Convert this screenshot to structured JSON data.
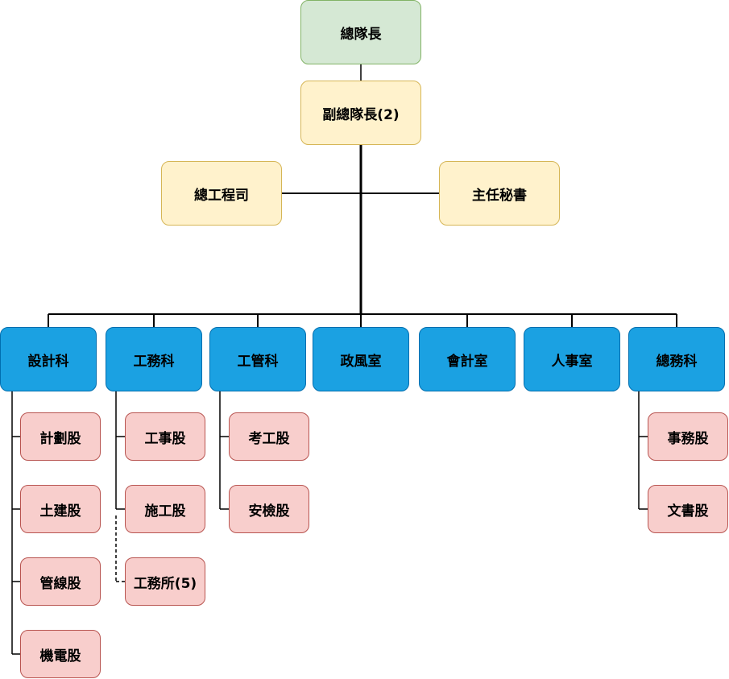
{
  "top": {
    "chief": "總隊長",
    "deputy": "副總隊長(2)",
    "chief_engineer": "總工程司",
    "chief_secretary": "主任秘書"
  },
  "divisions": [
    {
      "label": "設計科",
      "sections": [
        "計劃股",
        "土建股",
        "管線股",
        "機電股"
      ]
    },
    {
      "label": "工務科",
      "sections": [
        "工事股",
        "施工股"
      ],
      "offices": "工務所(5)"
    },
    {
      "label": "工管科",
      "sections": [
        "考工股",
        "安檢股"
      ]
    },
    {
      "label": "政風室",
      "sections": []
    },
    {
      "label": "會計室",
      "sections": []
    },
    {
      "label": "人事室",
      "sections": []
    },
    {
      "label": "總務科",
      "sections": [
        "事務股",
        "文書股"
      ]
    }
  ],
  "colors": {
    "top_fill": "#d5e8d4",
    "staff_fill": "#fff2cc",
    "division_fill": "#1ba1e2",
    "section_fill": "#f8cecc",
    "line": "#000000"
  }
}
